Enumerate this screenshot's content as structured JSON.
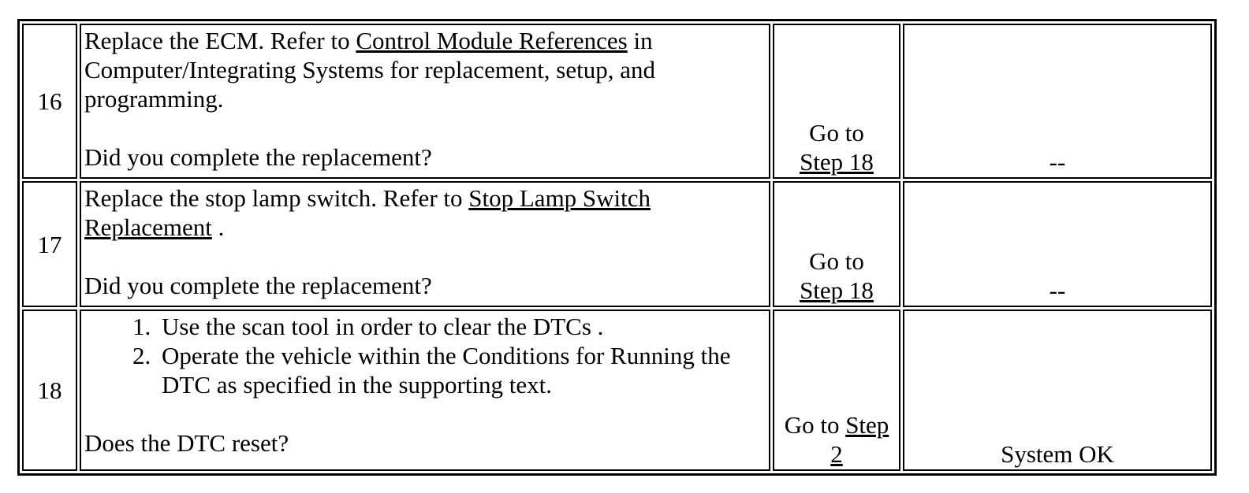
{
  "colors": {
    "border": "#000000",
    "text": "#000000",
    "background": "#ffffff"
  },
  "table": {
    "rows": [
      {
        "step": "16",
        "action": {
          "text_before_link": "Replace the ECM. Refer to ",
          "link_text": "Control Module References",
          "text_after_link": " in Computer/Integrating Systems for replacement, setup, and programming.",
          "question": "Did you complete the replacement?"
        },
        "yes": {
          "prefix": "Go to",
          "link_text": "Step 18"
        },
        "no": "--"
      },
      {
        "step": "17",
        "action": {
          "text_before_link": "Replace the stop lamp switch. Refer to ",
          "link_text": "Stop Lamp Switch Replacement",
          "text_after_link": " .",
          "question": "Did you complete the replacement?"
        },
        "yes": {
          "prefix": "Go to",
          "link_text": "Step 18"
        },
        "no": "--"
      },
      {
        "step": "18",
        "action": {
          "list_items": [
            "Use the scan tool in order to clear the DTCs .",
            "Operate the vehicle within the Conditions for Running the DTC as specified in the supporting text."
          ],
          "question": "Does the DTC reset?"
        },
        "yes": {
          "prefix": "Go to",
          "link_text": "Step 2"
        },
        "no": "System OK"
      }
    ]
  }
}
